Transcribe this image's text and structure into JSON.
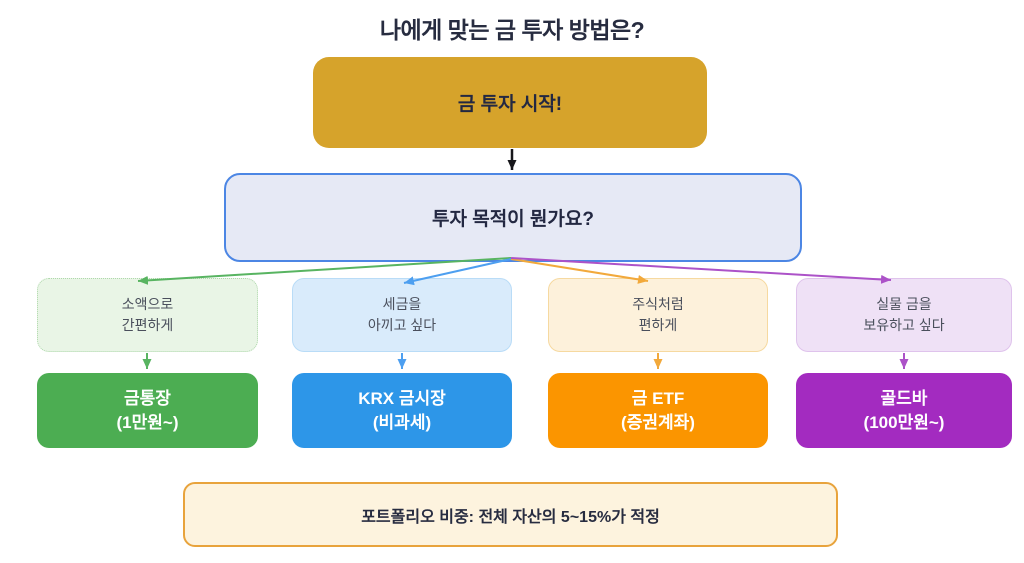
{
  "title": "나에게 맞는 금 투자 방법은?",
  "palette": {
    "background": "#FFFFFF",
    "title_text": "#272C40",
    "dark_text": "#232842",
    "muted_text": "#4A4F5C",
    "black_arrow": "#17171B"
  },
  "start": {
    "label": "금 투자 시작!",
    "fill": "#D6A32B"
  },
  "question": {
    "label": "투자 목적이 뭔가요?",
    "fill": "#E6E9F5",
    "border": "#4C86E4"
  },
  "branches": [
    {
      "condition": {
        "line1": "소액으로",
        "line2": "간편하게",
        "fill": "#E9F5E6",
        "border": "#AFD8AC"
      },
      "result": {
        "line1": "금통장",
        "line2": "(1만원~)",
        "fill": "#4CAD52"
      },
      "arrow": "#58B461"
    },
    {
      "condition": {
        "line1": "세금을",
        "line2": "아끼고 싶다",
        "fill": "#D9EBFB",
        "border": "#B9DCF7"
      },
      "result": {
        "line1": "KRX 금시장",
        "line2": "(비과세)",
        "fill": "#2D96E8"
      },
      "arrow": "#4D9FF0"
    },
    {
      "condition": {
        "line1": "주식처럼",
        "line2": "편하게",
        "fill": "#FDF1DB",
        "border": "#F6D9A0"
      },
      "result": {
        "line1": "금 ETF",
        "line2": "(증권계좌)",
        "fill": "#FB9500"
      },
      "arrow": "#F2A93B"
    },
    {
      "condition": {
        "line1": "실물 금을",
        "line2": "보유하고 싶다",
        "fill": "#EFE1F6",
        "border": "#DFC3EC"
      },
      "result": {
        "line1": "골드바",
        "line2": "(100만원~)",
        "fill": "#A32BC0"
      },
      "arrow": "#AC52C8"
    }
  ],
  "footer": {
    "label": "포트폴리오 비중: 전체 자산의 5~15%가 적정",
    "fill": "#FDF3DE",
    "border": "#E8A33C"
  }
}
